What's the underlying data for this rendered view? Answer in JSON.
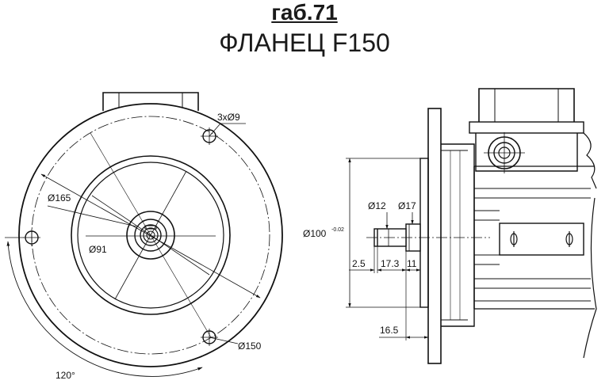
{
  "header": {
    "size_label": "габ.71",
    "flange_label": "ФЛАНЕЦ F150"
  },
  "front_view": {
    "hole_callout": "3xØ9",
    "dia_165": "Ø165",
    "dia_91": "Ø91",
    "dia_150": "Ø150",
    "angle": "120°"
  },
  "side_view": {
    "pilot_dia": "Ø100",
    "pilot_tol": "-0.02",
    "shaft_dia": "Ø12",
    "shoulder_dia": "Ø17",
    "dim_a": "2.5",
    "dim_b": "17.3",
    "dim_c": "11",
    "dim_d": "16.5"
  }
}
